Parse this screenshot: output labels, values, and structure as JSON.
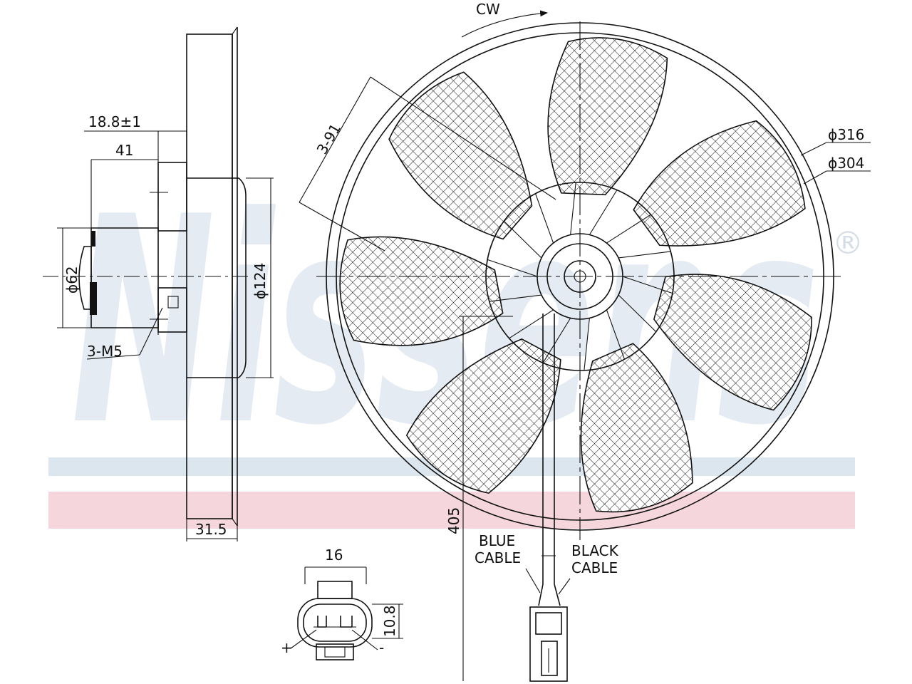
{
  "watermark": {
    "brand": "Nissens",
    "registered_mark": "®",
    "stripe_colors": [
      "#dce6ef",
      "#f4d6dc"
    ],
    "brand_color": "#e4ebf2"
  },
  "labels": {
    "rotation": "CW",
    "blade_count": "3-91",
    "outer_diameter": "ϕ316",
    "blade_diameter": "ϕ304",
    "offset_dim": "18.8±1",
    "width_41": "41",
    "diameter_62": "ϕ62",
    "diameter_124": "ϕ124",
    "mount_thread": "3-M5",
    "depth_31_5": "31.5",
    "cable_length": "405",
    "blue_cable": [
      "BLUE",
      "CABLE"
    ],
    "black_cable": [
      "BLACK",
      "CABLE"
    ],
    "connector_width": "16",
    "connector_height": "10.8",
    "plus": "+",
    "minus": "-"
  },
  "icons": [
    "rotation-arrow-icon",
    "fan-blade-icon",
    "connector-icon",
    "hatch-pattern-icon"
  ],
  "colors": {
    "ink": "#111111",
    "paper": "#ffffff"
  }
}
